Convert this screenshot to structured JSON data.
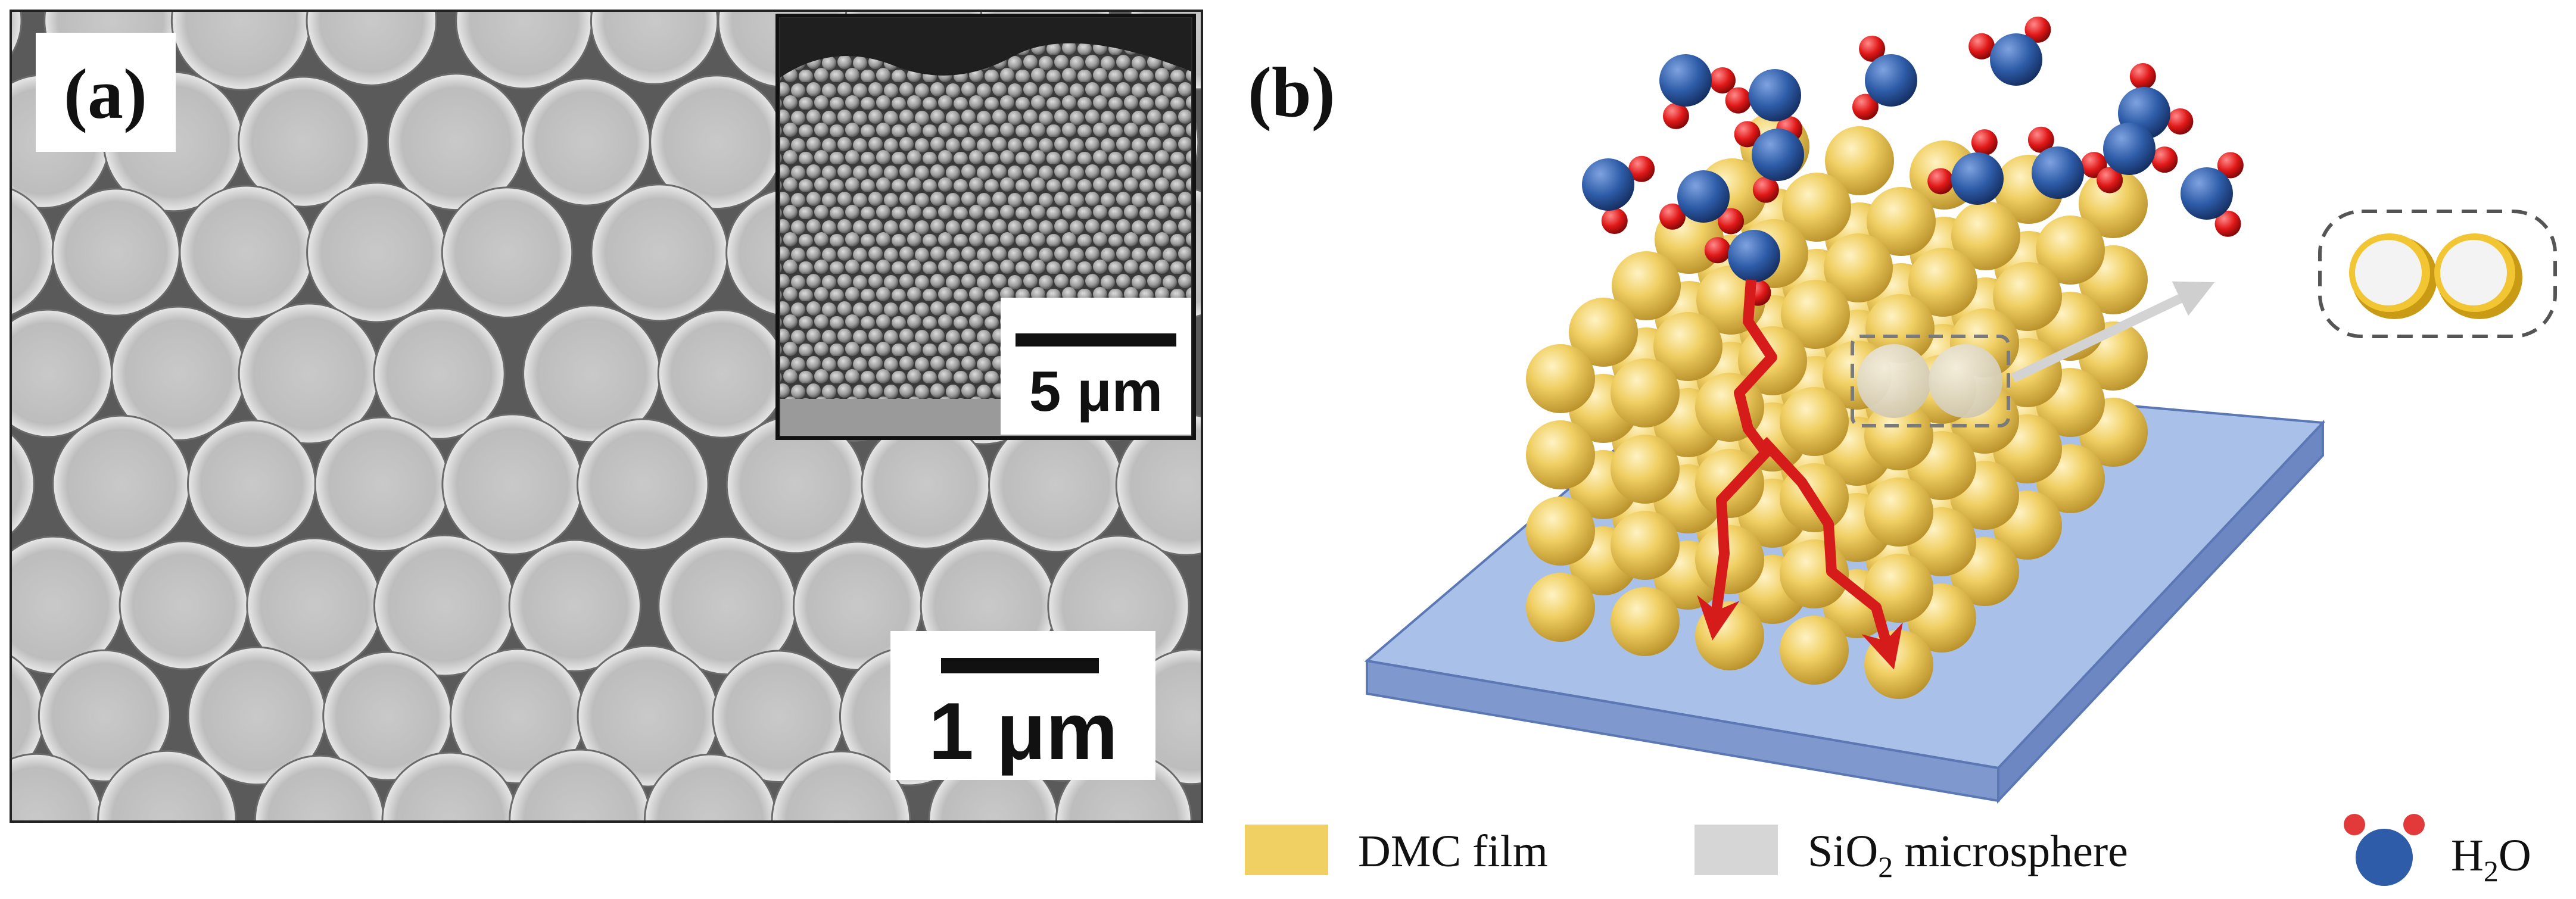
{
  "panel_a": {
    "label": "(a)",
    "scale_bar_main": "1 μm",
    "scale_bar_inset": "5 μm"
  },
  "panel_b": {
    "label": "(b)"
  },
  "legend": {
    "items": [
      {
        "label": "DMC film",
        "color": "#f0cf63"
      },
      {
        "label_main": "SiO",
        "label_sub": "2",
        "label_rest": " microsphere",
        "color": "#d6d6d6"
      },
      {
        "label_main": "H",
        "label_sub": "2",
        "label_rest": "O",
        "color": "#2e5ca8",
        "accent": "#e23a3a"
      }
    ]
  },
  "colors": {
    "sphere_gold": "#f0cf63",
    "substrate_blue": "#8eaadb",
    "path_red": "#d61b1b",
    "water_blue": "#2e5ca8",
    "water_red": "#e23a3a"
  }
}
